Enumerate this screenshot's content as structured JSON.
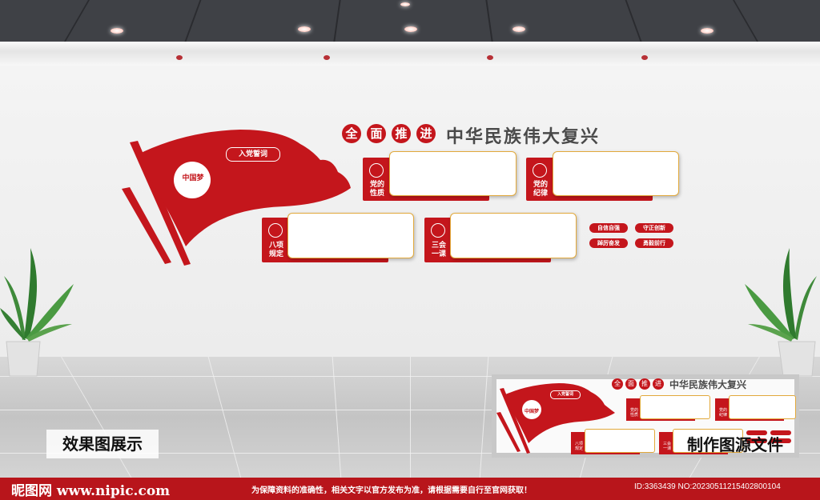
{
  "heading": {
    "chars": [
      "全",
      "面",
      "推",
      "进"
    ],
    "title": "中华民族伟大复兴"
  },
  "flag": {
    "oath_label": "入党誓词",
    "emblem_text": "中国梦"
  },
  "panels": [
    {
      "label": "党的\n性质"
    },
    {
      "label": "党的\n纪律"
    },
    {
      "label": "八项\n规定"
    },
    {
      "label": "三会\n一课"
    }
  ],
  "pills": [
    "自信自强",
    "守正创新",
    "踔厉奋发",
    "勇毅前行"
  ],
  "labels": {
    "effect": "效果图展示",
    "source": "制作图源文件"
  },
  "thumbnail": {
    "heading_chars": [
      "全",
      "面",
      "推",
      "进"
    ],
    "title": "中华民族伟大复兴",
    "oath_label": "入党誓词",
    "emblem_text": "中国梦",
    "panel_labels": [
      "党的\n性质",
      "党的\n纪律",
      "八项\n规定",
      "三会\n一课"
    ]
  },
  "footer": {
    "logo": "昵图网 www.nipic.com",
    "notice": "为保障资料的准确性，相关文字以官方发布为准，请根据需要自行至官网获取！",
    "image_id": "ID:3363439 NO:20230511215402800104"
  },
  "colors": {
    "brand_red": "#c4161c",
    "frame_gold": "#e2a93b",
    "footer_red": "#b8151b"
  }
}
